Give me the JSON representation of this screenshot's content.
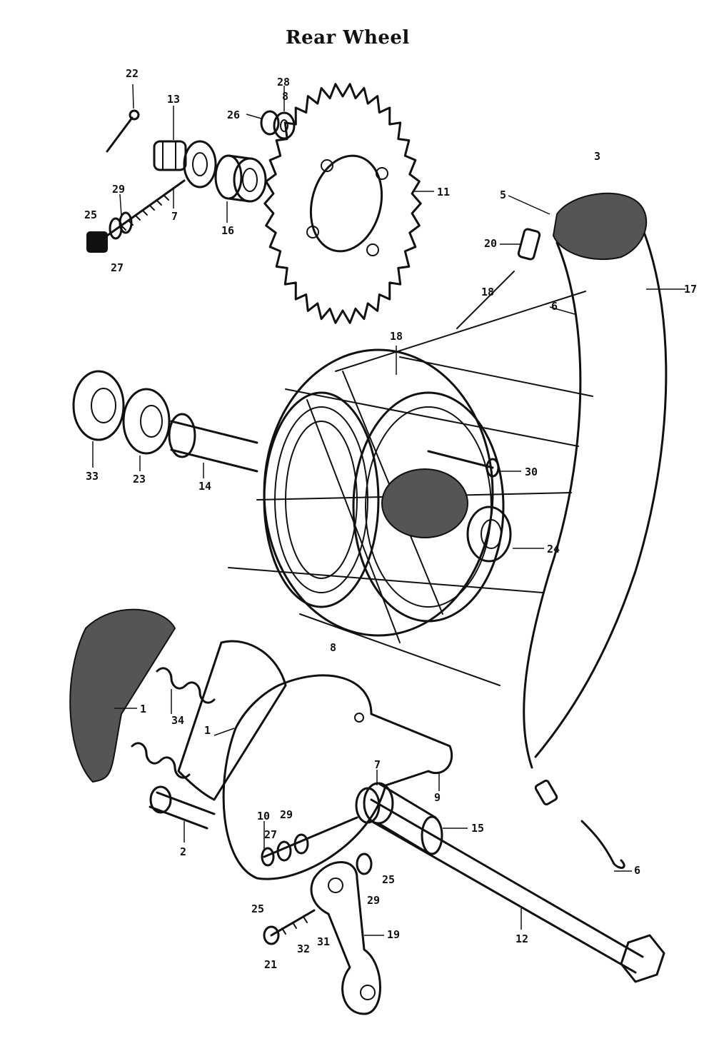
{
  "title": "Rear Wheel",
  "callouts": [
    {
      "id": "c22a",
      "text": "22"
    },
    {
      "id": "c13a",
      "text": "13"
    },
    {
      "id": "c28",
      "text": "28"
    },
    {
      "id": "c8a",
      "text": "8"
    },
    {
      "id": "c26a",
      "text": "26"
    },
    {
      "id": "c29a",
      "text": "29"
    },
    {
      "id": "c25a",
      "text": "25"
    },
    {
      "id": "c7a",
      "text": "7"
    },
    {
      "id": "c16",
      "text": "16"
    },
    {
      "id": "c27a",
      "text": "27"
    },
    {
      "id": "c11",
      "text": "11"
    },
    {
      "id": "c3",
      "text": "3"
    },
    {
      "id": "c5",
      "text": "5"
    },
    {
      "id": "c20",
      "text": "20"
    },
    {
      "id": "c17",
      "text": "17"
    },
    {
      "id": "c18a",
      "text": "18"
    },
    {
      "id": "c6a",
      "text": "6"
    },
    {
      "id": "c18b",
      "text": "18"
    },
    {
      "id": "c33",
      "text": "33"
    },
    {
      "id": "c23",
      "text": "23"
    },
    {
      "id": "c14",
      "text": "14"
    },
    {
      "id": "c30",
      "text": "30"
    },
    {
      "id": "c24",
      "text": "24"
    },
    {
      "id": "c8b",
      "text": "8"
    },
    {
      "id": "c1a",
      "text": "1"
    },
    {
      "id": "c34",
      "text": "34"
    },
    {
      "id": "c1b",
      "text": "1"
    },
    {
      "id": "c9",
      "text": "9"
    },
    {
      "id": "c7b",
      "text": "7"
    },
    {
      "id": "c15",
      "text": "15"
    },
    {
      "id": "c2",
      "text": "2"
    },
    {
      "id": "c10",
      "text": "10"
    },
    {
      "id": "c29b",
      "text": "29"
    },
    {
      "id": "c27b",
      "text": "27"
    },
    {
      "id": "c25b",
      "text": "25"
    },
    {
      "id": "c25c",
      "text": "25"
    },
    {
      "id": "c29c",
      "text": "29"
    },
    {
      "id": "c6b",
      "text": "6"
    },
    {
      "id": "c12",
      "text": "12"
    },
    {
      "id": "c19",
      "text": "19"
    },
    {
      "id": "c21",
      "text": "21"
    },
    {
      "id": "c32",
      "text": "32"
    },
    {
      "id": "c31",
      "text": "31"
    }
  ]
}
